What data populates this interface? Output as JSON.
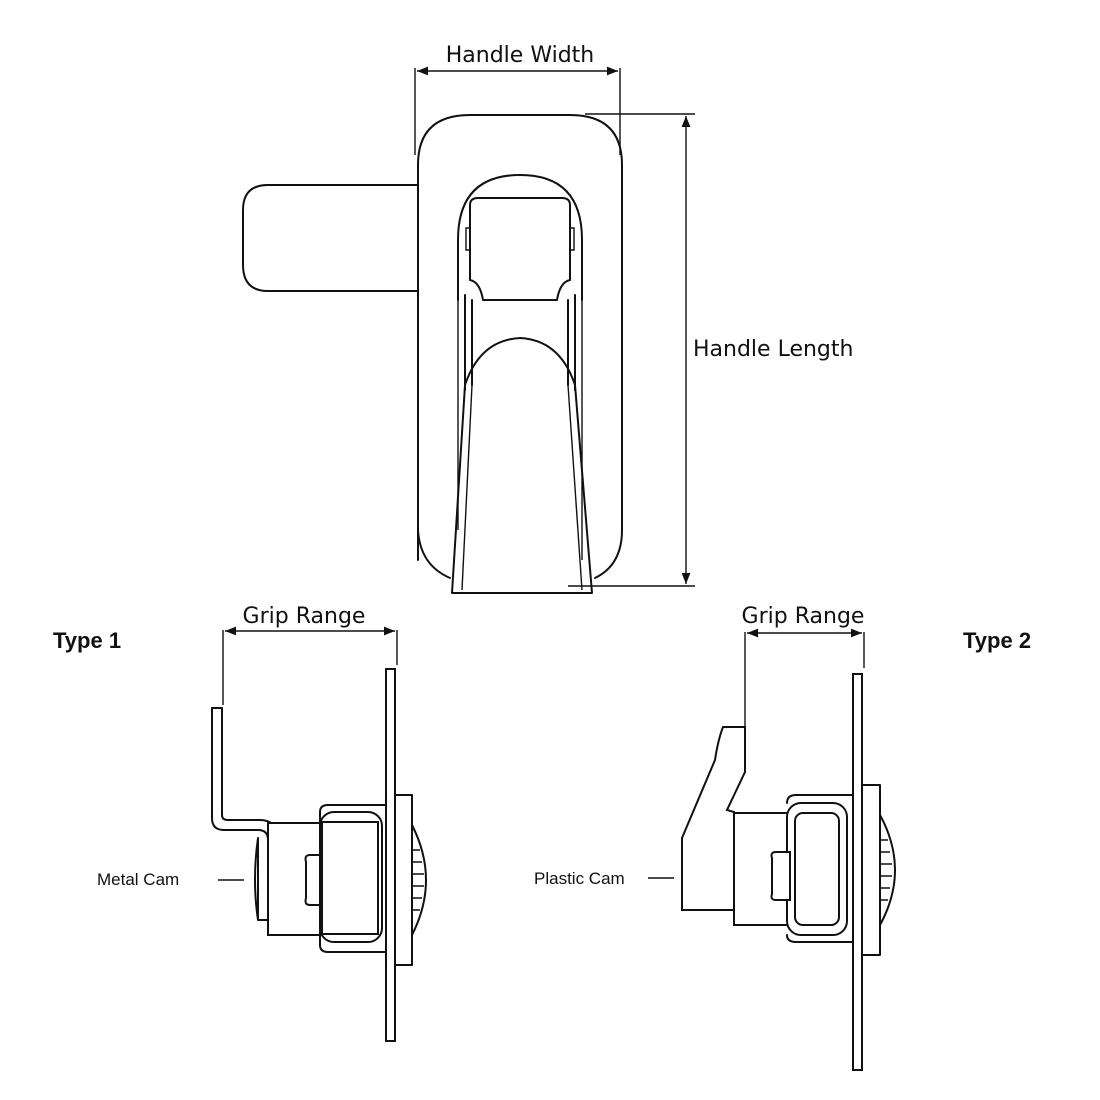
{
  "drawing": {
    "handle_width_label": "Handle Width",
    "handle_length_label": "Handle Length",
    "grip_range_label_1": "Grip Range",
    "grip_range_label_2": "Grip Range",
    "type1_label": "Type 1",
    "type2_label": "Type 2",
    "metal_cam_label": "Metal Cam",
    "plastic_cam_label": "Plastic Cam"
  },
  "colors": {
    "line": "#111111",
    "background": "#ffffff"
  }
}
